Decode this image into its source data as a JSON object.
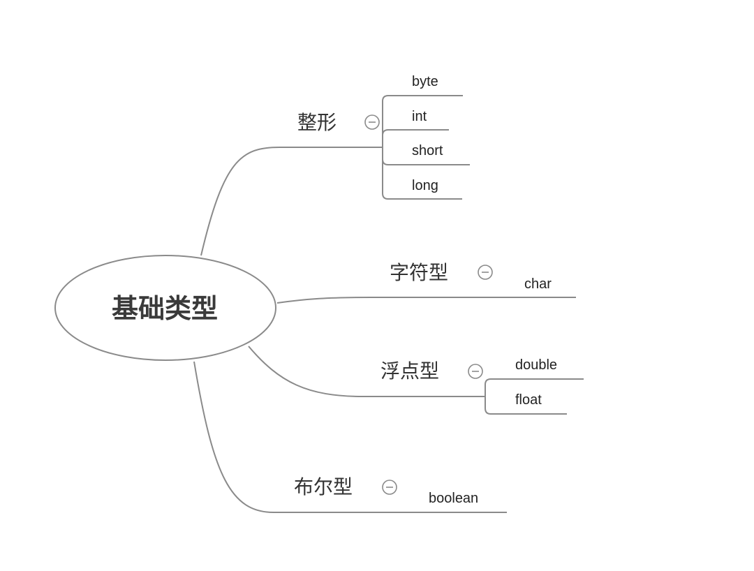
{
  "root": {
    "label": "基础类型"
  },
  "branches": [
    {
      "label": "整形",
      "children": [
        "byte",
        "int",
        "short",
        "long"
      ]
    },
    {
      "label": "字符型",
      "children": [
        "char"
      ]
    },
    {
      "label": "浮点型",
      "children": [
        "double",
        "float"
      ]
    },
    {
      "label": "布尔型",
      "children": [
        "boolean"
      ]
    }
  ],
  "colors": {
    "line": "#8a8a8a",
    "text": "#333333",
    "background": "#ffffff"
  },
  "icons": {
    "collapse": "collapse-minus-icon"
  }
}
